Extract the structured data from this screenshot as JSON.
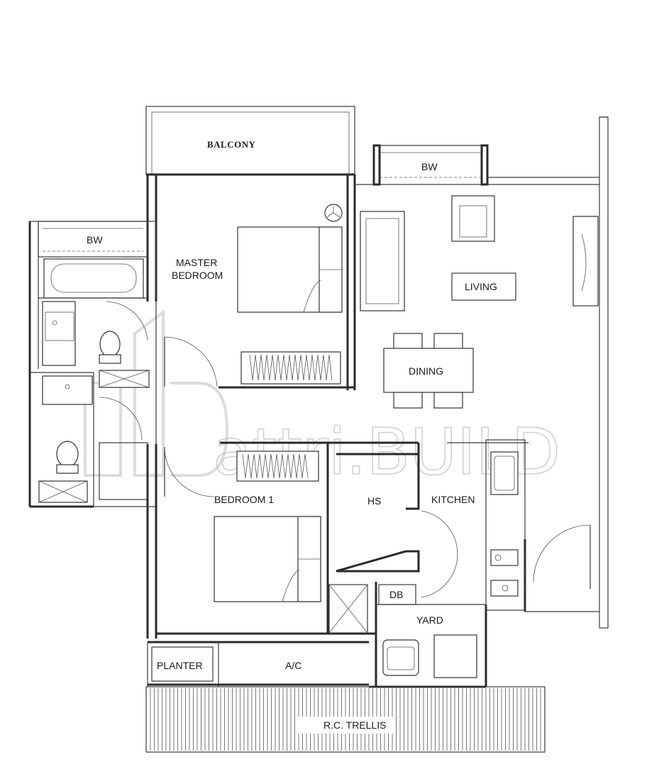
{
  "rooms": {
    "balcony": "BALCONY",
    "bw_top": "BW",
    "bw_left": "BW",
    "master_bedroom_line1": "MASTER",
    "master_bedroom_line2": "BEDROOM",
    "living": "LIVING",
    "dining": "DINING",
    "bedroom1": "BEDROOM 1",
    "hs": "HS",
    "kitchen": "KITCHEN",
    "db": "DB",
    "yard": "YARD",
    "planter": "PLANTER",
    "ac": "A/C",
    "trellis": "R.C. TRELLIS"
  },
  "watermark": "attri.BUILD"
}
